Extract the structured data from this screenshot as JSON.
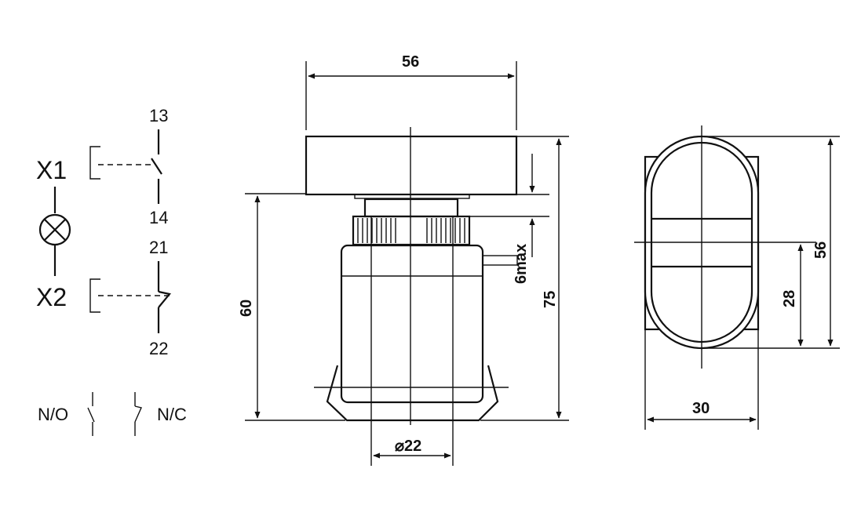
{
  "schematic": {
    "lamp_top_label": "X1",
    "lamp_bottom_label": "X2",
    "no_contact_top_terminal": "13",
    "no_contact_bottom_terminal": "14",
    "nc_contact_top_terminal": "21",
    "nc_contact_bottom_terminal": "22"
  },
  "legend": {
    "no_label": "N/O",
    "nc_label": "N/C"
  },
  "side_view": {
    "width_label": "56",
    "overall_height_label": "75",
    "body_height_label": "60",
    "stroke_label": "6max",
    "hole_label": "⌀22"
  },
  "front_view": {
    "height_label": "56",
    "inner_label": "28",
    "width_label": "30"
  }
}
